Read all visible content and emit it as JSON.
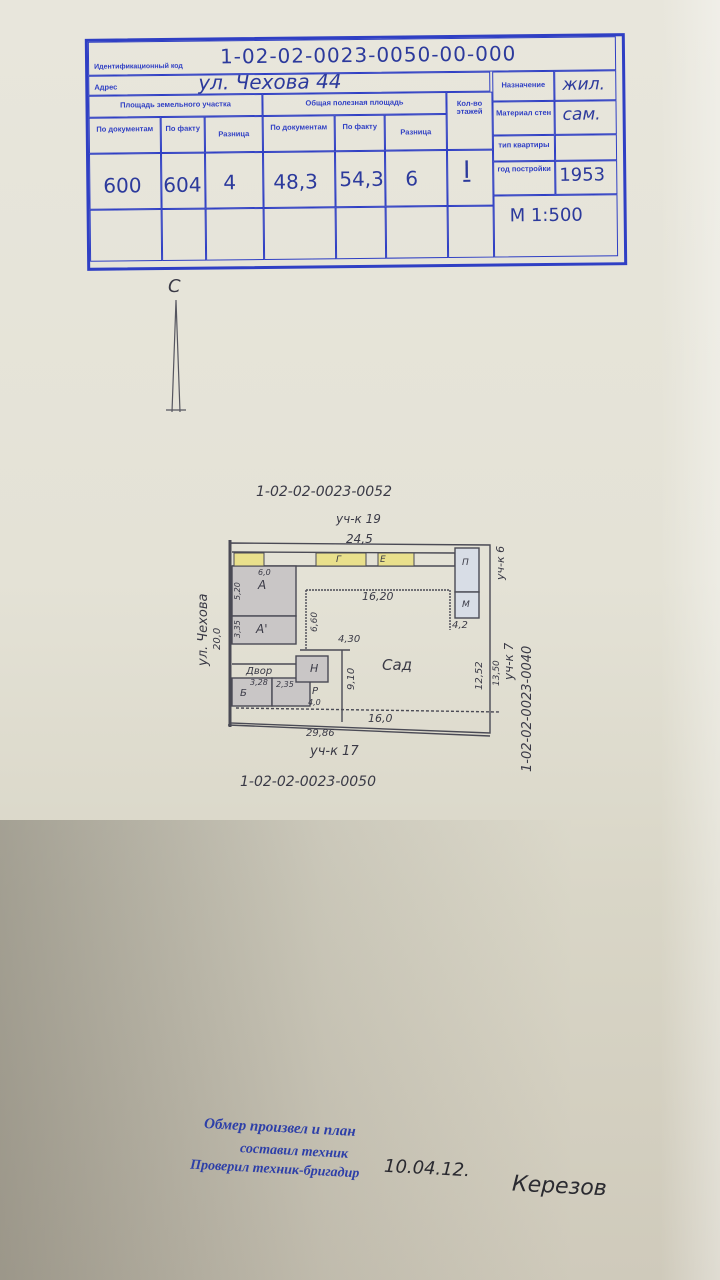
{
  "stamp": {
    "id_label": "Идентификационный код",
    "id_value": "1-02-02-0023-0050-00-000",
    "address_label": "Адрес",
    "address_value": "ул. Чехова 44",
    "land_area_header": "Площадь земельного участка",
    "total_area_header": "Общая полезная площадь",
    "floors_header": "Кол-во этажей",
    "col_by_doc": "По документам",
    "col_by_fact": "По факту",
    "col_diff": "Разница",
    "land_by_doc": "600",
    "land_by_fact": "604",
    "land_diff": "4",
    "area_by_doc": "48,3",
    "area_by_fact": "54,3",
    "area_diff": "6",
    "floors": "I",
    "purpose_label": "Назначение",
    "purpose_value": "жил.",
    "material_label": "Материал стен",
    "material_value": "сам.",
    "apt_label": "тип квартиры",
    "year_label": "год постройки",
    "year_value": "1953",
    "scale": "М 1:500"
  },
  "north": {
    "label": "С"
  },
  "plan": {
    "top_code": "1-02-02-0023-0052",
    "bottom_code": "1-02-02-0023-0050",
    "right_code": "1-02-02-0023-0040",
    "top_neighbor": "уч-к 19",
    "top_right_neighbor": "уч-к 6",
    "bottom_neighbor": "уч-к 17",
    "right_neighbor": "уч-к 7",
    "street": "ул. Чехова",
    "garden": "Сад",
    "dim_top": "24,5",
    "dim_bottom": "29,86",
    "dim_bottom_inner": "16,0",
    "dim_left": "20,0",
    "dim_inner_top": "16,20",
    "dim_right": "12,52",
    "dim_right_outer": "13,50",
    "dim_inner_v": "9,10",
    "dim_inner_h": "4,30",
    "dim_inner_v2": "6,60",
    "dim_small_right": "4,2",
    "room_a": "А",
    "room_a1": "А'",
    "room_b": "Б",
    "room_n": "Н",
    "room_r": "Р",
    "room_e": "Е",
    "room_g": "Г",
    "room_p": "П",
    "room_m": "М",
    "yard": "Двор",
    "dim_a_w": "6,0",
    "dim_a_h": "5,20",
    "dim_a1": "3,35",
    "dim_b": "3,28",
    "dim_small1": "2,35",
    "dim_small2": "4,0"
  },
  "footer": {
    "line1": "Обмер произвел и план",
    "line2": "составил техник",
    "line3": "Проверил техник-бригадир",
    "date": "10.04.12.",
    "signature": "Керезов"
  }
}
